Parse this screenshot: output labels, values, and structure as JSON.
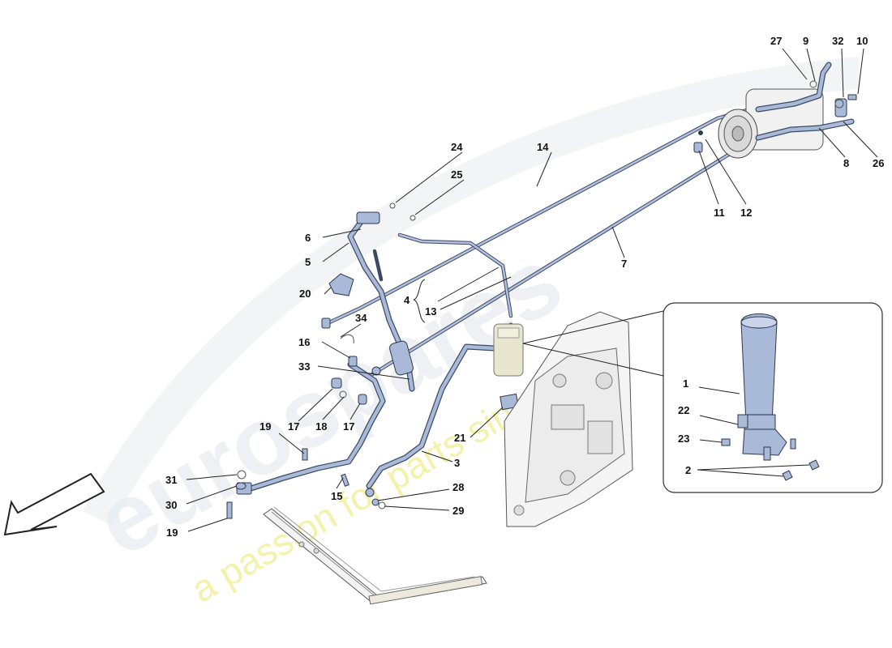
{
  "watermark": {
    "logo": "eurospares",
    "tagline": "a passion for parts since 1985"
  },
  "colors": {
    "pipe": "#a9b9d8",
    "pipe_outline": "#3d4a66",
    "watermark_tag": "#f3ef9c",
    "watermark_logo": "#e9ecef"
  },
  "callouts": [
    "1",
    "2",
    "3",
    "4",
    "5",
    "6",
    "7",
    "8",
    "9",
    "10",
    "11",
    "12",
    "13",
    "14",
    "15",
    "16",
    "17",
    "17",
    "18",
    "19",
    "19",
    "20",
    "21",
    "22",
    "23",
    "24",
    "25",
    "26",
    "27",
    "28",
    "29",
    "30",
    "31",
    "32",
    "33",
    "34"
  ],
  "icons": [
    "direction-arrow-icon"
  ]
}
